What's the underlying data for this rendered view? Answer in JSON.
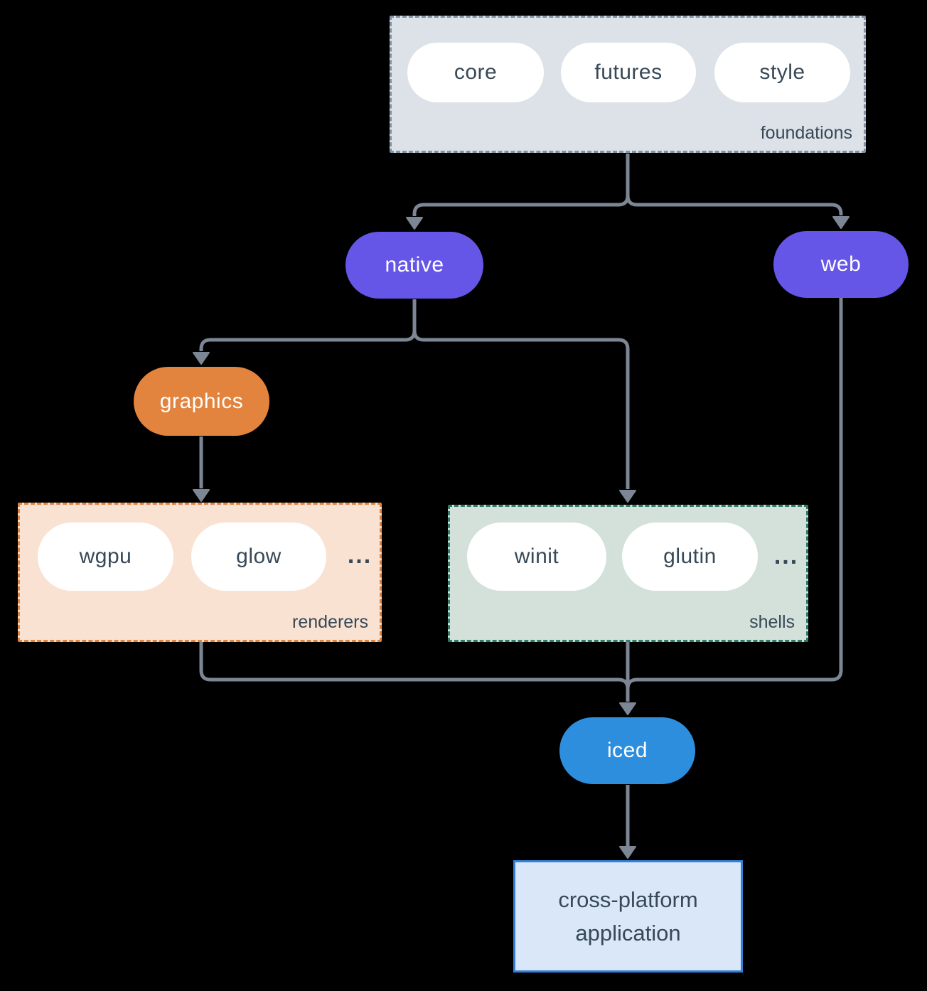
{
  "colors": {
    "background": "#000000",
    "arrow": "#7c8694",
    "text_dark": "#374857",
    "text_light": "#ffffff",
    "node_purple": "#6556e8",
    "node_orange": "#e2833e",
    "node_blue": "#2e8ede",
    "foundations_fill": "#dce2e7",
    "foundations_border": "#8292a2",
    "renderers_fill": "#f9e2d2",
    "renderers_border": "#e2833e",
    "shells_fill": "#d3e1da",
    "shells_border": "#2e7d6a",
    "application_fill": "#d9e7f8",
    "application_border": "#3181d8"
  },
  "foundations": {
    "label": "foundations",
    "items": [
      "core",
      "futures",
      "style"
    ]
  },
  "nodes": {
    "native": "native",
    "web": "web",
    "graphics": "graphics",
    "iced": "iced"
  },
  "renderers": {
    "label": "renderers",
    "items": [
      "wgpu",
      "glow"
    ],
    "more": "..."
  },
  "shells": {
    "label": "shells",
    "items": [
      "winit",
      "glutin"
    ],
    "more": "..."
  },
  "application": {
    "line1": "cross-platform",
    "line2": "application"
  }
}
